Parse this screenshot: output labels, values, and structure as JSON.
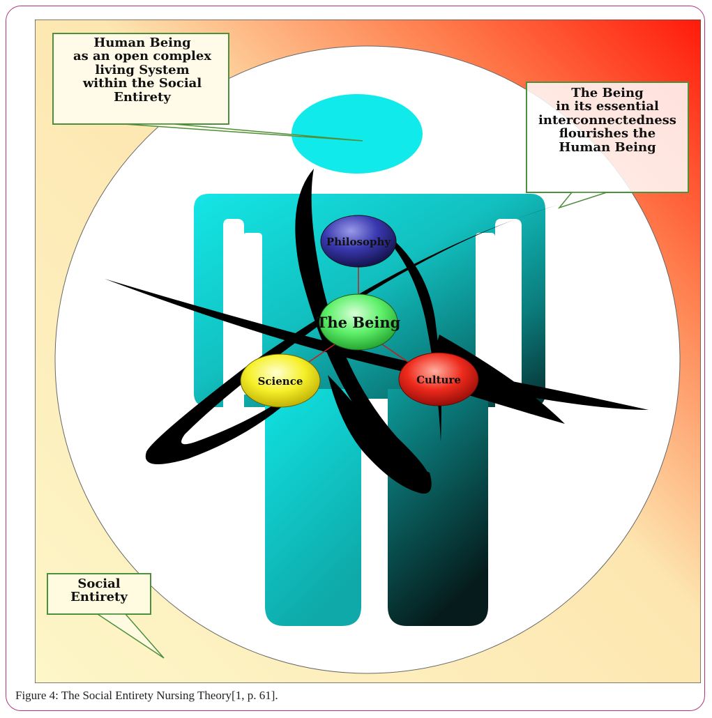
{
  "callouts": {
    "human_being": "Human Being\nas an open complex\nliving System\nwithin the Social\nEntirety",
    "the_being": "The Being\nin its essential\ninterconnectedness\nflourishes the\nHuman Being",
    "social_entirety": "Social\nEntirety"
  },
  "nodes": {
    "philosophy": "Philosophy",
    "the_being": "The Being",
    "science": "Science",
    "culture": "Culture"
  },
  "colors": {
    "corner_gradient_light": "#fdf6c8",
    "corner_gradient_red": "#ff1a0a",
    "figure_cyan": "#10e8e8",
    "figure_dark": "#073a3a",
    "callout_border": "#4c8f3c",
    "philosophy": "#2b2a8c",
    "being": "#3ee24a",
    "science": "#f4ee10",
    "culture": "#e81c12"
  },
  "caption": "Figure 4: The Social Entirety Nursing Theory[1, p. 61]."
}
